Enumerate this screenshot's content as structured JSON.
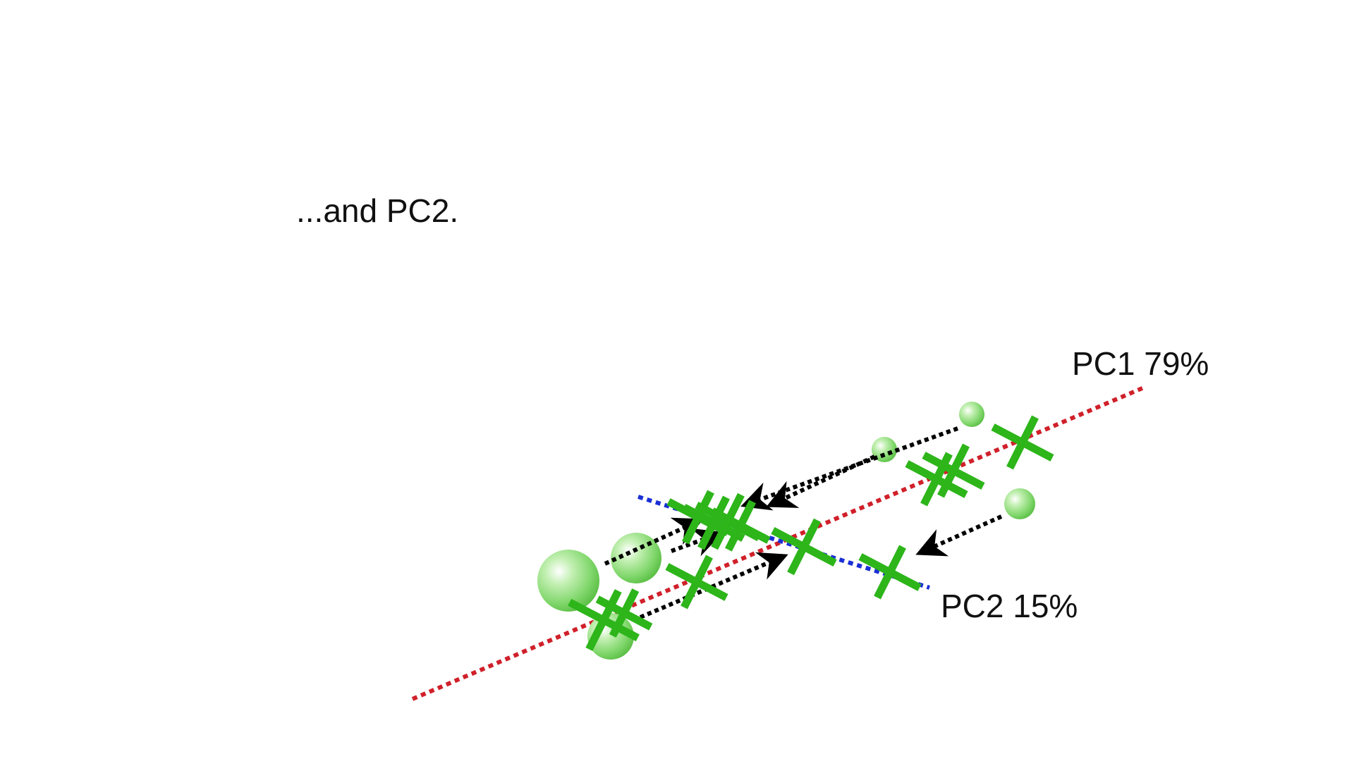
{
  "slide": {
    "caption": "...and PC2."
  },
  "axes": {
    "pc1_label": "PC1 79%",
    "pc2_label": "PC2 15%",
    "pc1_color": "#d0202a",
    "pc2_color": "#1a2fd6"
  },
  "colors": {
    "projection_marker": "#2db51a",
    "data_point": "#7fd66a",
    "projection_arrow": "#000000"
  }
}
